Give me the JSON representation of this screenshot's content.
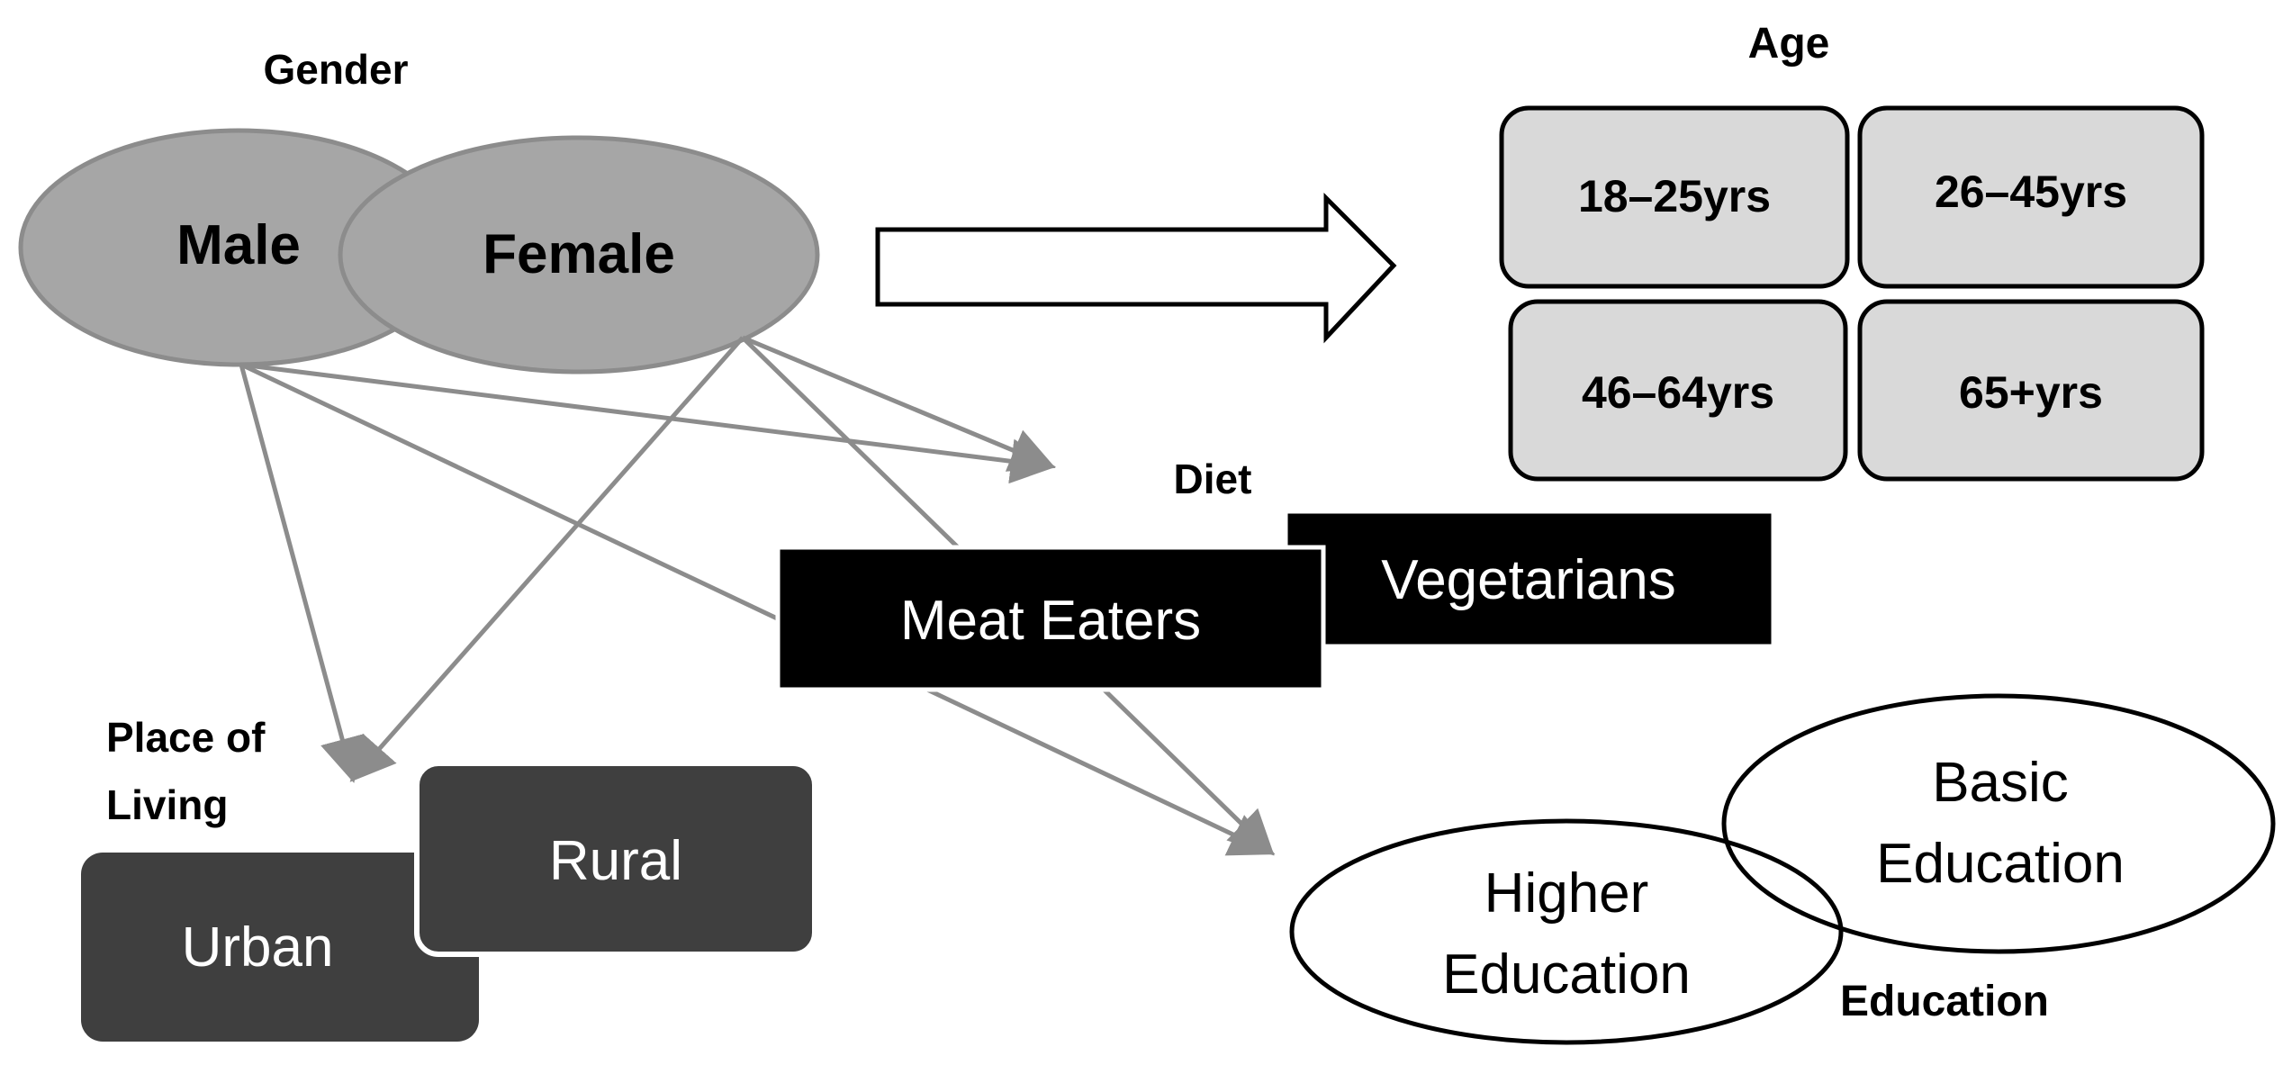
{
  "gender": {
    "heading": "Gender",
    "male": "Male",
    "female": "Female"
  },
  "age": {
    "heading": "Age",
    "groups": [
      "18–25yrs",
      "26–45yrs",
      "46–64yrs",
      "65+yrs"
    ]
  },
  "diet": {
    "heading": "Diet",
    "vegetarians": "Vegetarians",
    "meat_eaters": "Meat Eaters"
  },
  "place_of_living": {
    "heading_line1": "Place of",
    "heading_line2": "Living",
    "rural": "Rural",
    "urban": "Urban"
  },
  "education": {
    "heading": "Education",
    "basic_line1": "Basic",
    "basic_line2": "Education",
    "higher_line1": "Higher",
    "higher_line2": "Education"
  },
  "colors": {
    "gender_fill": "#a6a6a6",
    "gender_stroke": "#8c8c8c",
    "age_fill": "#d9d9d9",
    "diet_fill": "#000000",
    "place_fill": "#3f3f3f",
    "connector": "#8c8c8c"
  }
}
